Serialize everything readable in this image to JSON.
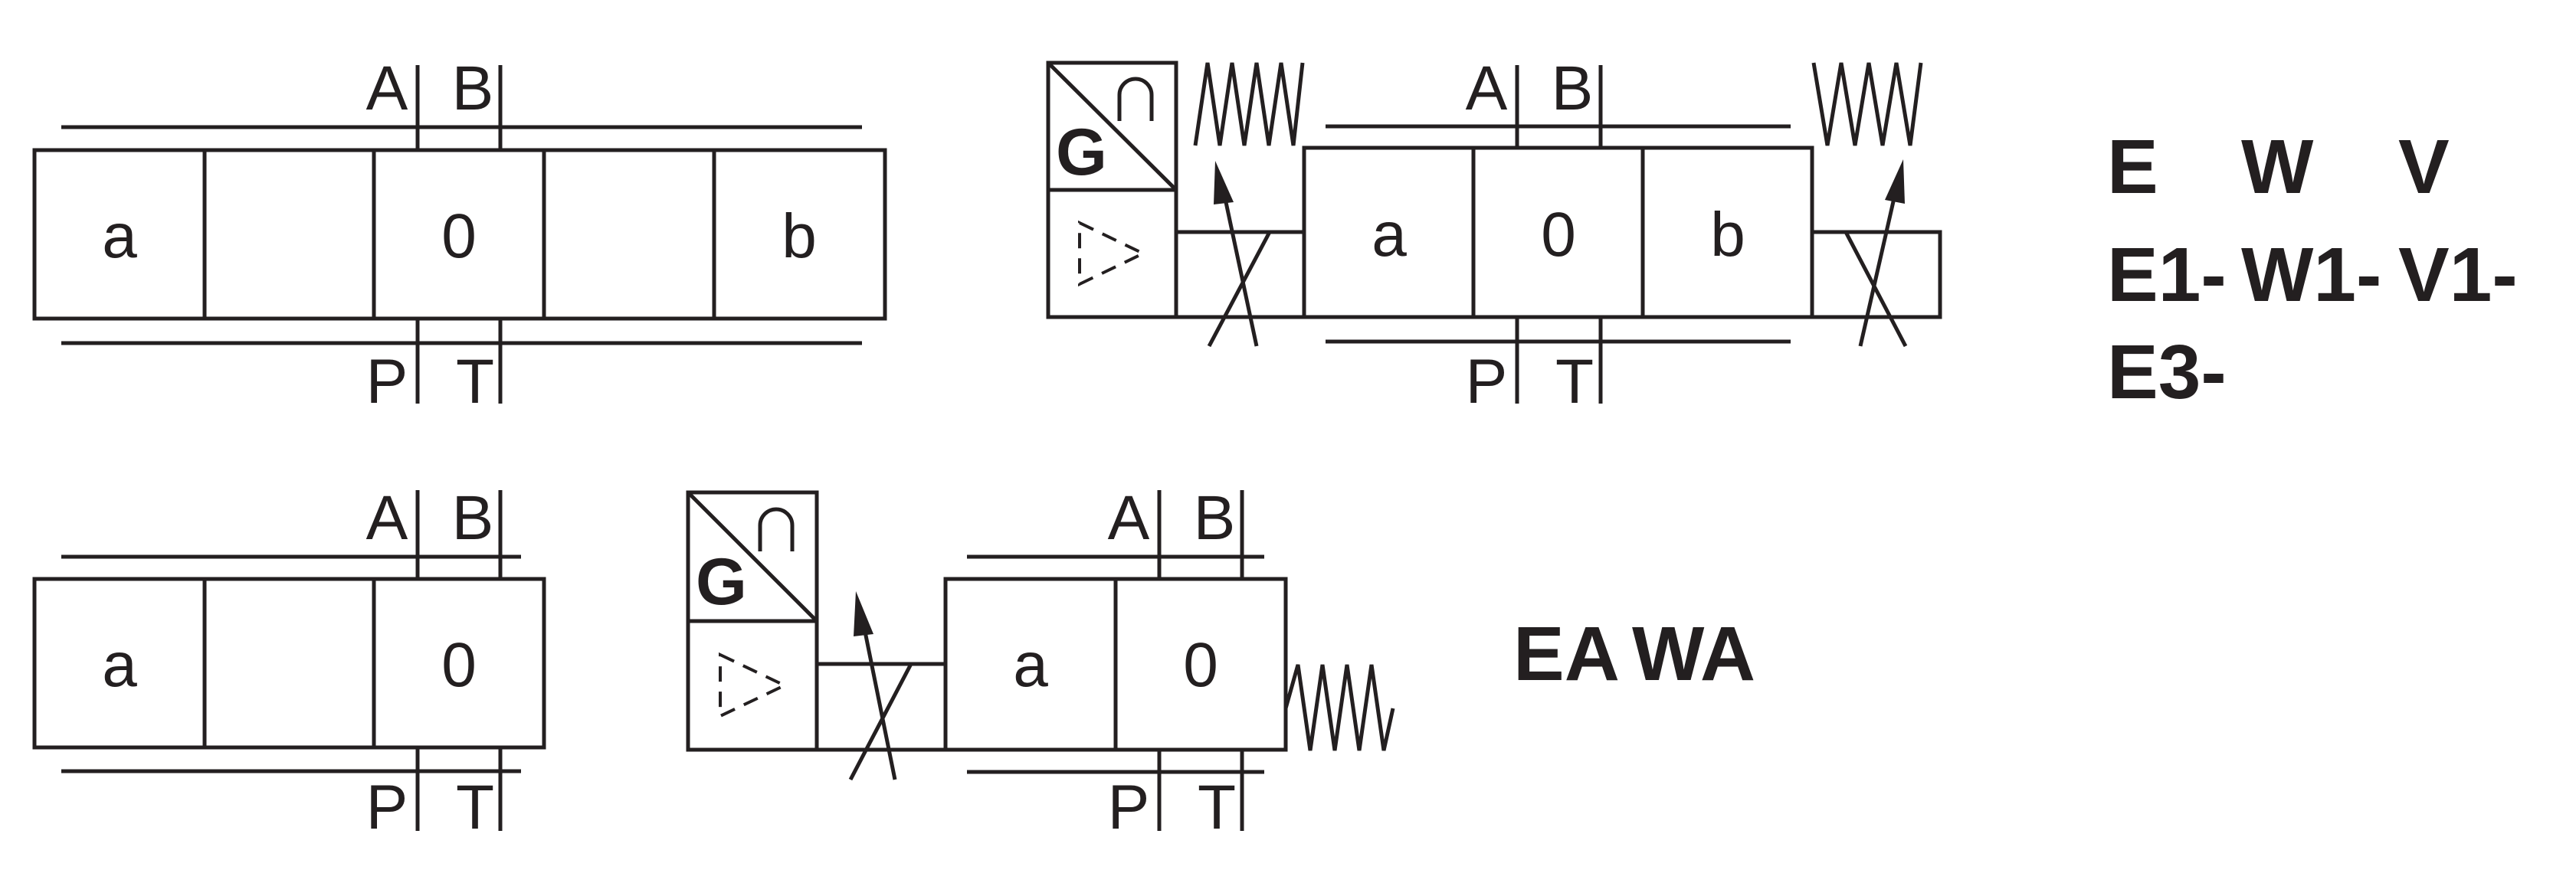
{
  "symbols": {
    "three_pos": {
      "port_a": "A",
      "port_b": "B",
      "port_p": "P",
      "port_t": "T",
      "box_left": "a",
      "box_center": "0",
      "box_right": "b"
    },
    "prop_three_pos": {
      "port_a": "A",
      "port_b": "B",
      "port_p": "P",
      "port_t": "T",
      "box_left": "a",
      "box_center": "0",
      "box_right": "b",
      "ctrl_letter": "G"
    },
    "two_pos": {
      "port_a": "A",
      "port_b": "B",
      "port_p": "P",
      "port_t": "T",
      "box_left": "a",
      "box_center": "0"
    },
    "prop_two_pos": {
      "port_a": "A",
      "port_b": "B",
      "port_p": "P",
      "port_t": "T",
      "box_left": "a",
      "box_center": "0",
      "ctrl_letter": "G"
    }
  },
  "codes": {
    "row1": [
      "E",
      "W",
      "V"
    ],
    "row2": [
      "E1-",
      "W1-",
      "V1-"
    ],
    "row3": [
      "E3-"
    ],
    "bottom": [
      "EA",
      "WA"
    ]
  }
}
